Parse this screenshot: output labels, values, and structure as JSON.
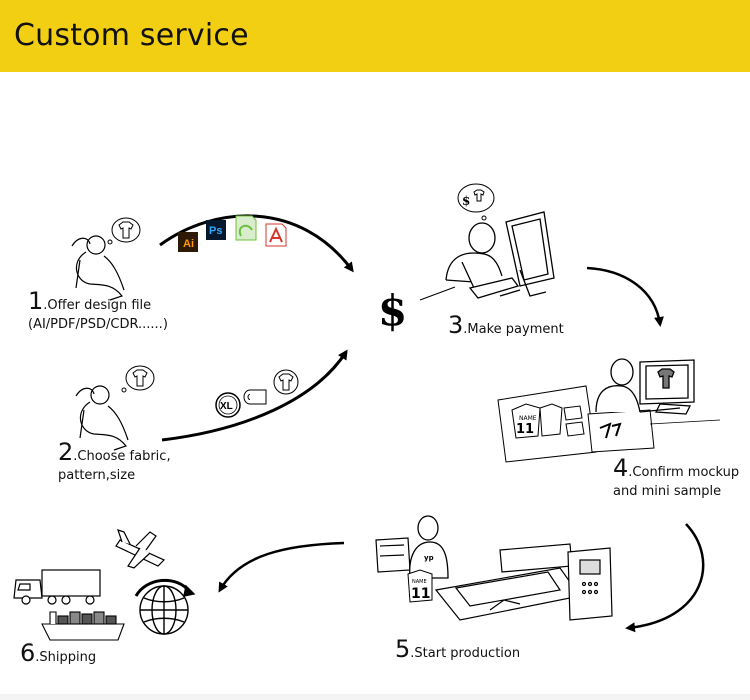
{
  "header": {
    "title": "Custom service",
    "color": "#f2cf12"
  },
  "steps": [
    {
      "number": "1",
      "text": ".Offer design file",
      "text2": "(AI/PDF/PSD/CDR......)"
    },
    {
      "number": "2",
      "text": ".Choose fabric,",
      "text2": "pattern,size"
    },
    {
      "number": "3",
      "text": ".Make payment"
    },
    {
      "number": "4",
      "text": ".Confirm mockup",
      "text2": "and mini sample"
    },
    {
      "number": "5",
      "text": ".Start production"
    },
    {
      "number": "6",
      "text": ".Shipping"
    }
  ],
  "icons": {
    "file_formats": [
      "Ai",
      "Ps",
      "cdr",
      "pdf"
    ],
    "size_badge": "XL",
    "currency_symbol": "$",
    "jersey_name": "NAME",
    "jersey_number": "11"
  },
  "colors": {
    "ai": "#ff9a00",
    "ps": "#31a8ff",
    "cdr": "#6cbf3d",
    "pdf": "#d4352a"
  }
}
